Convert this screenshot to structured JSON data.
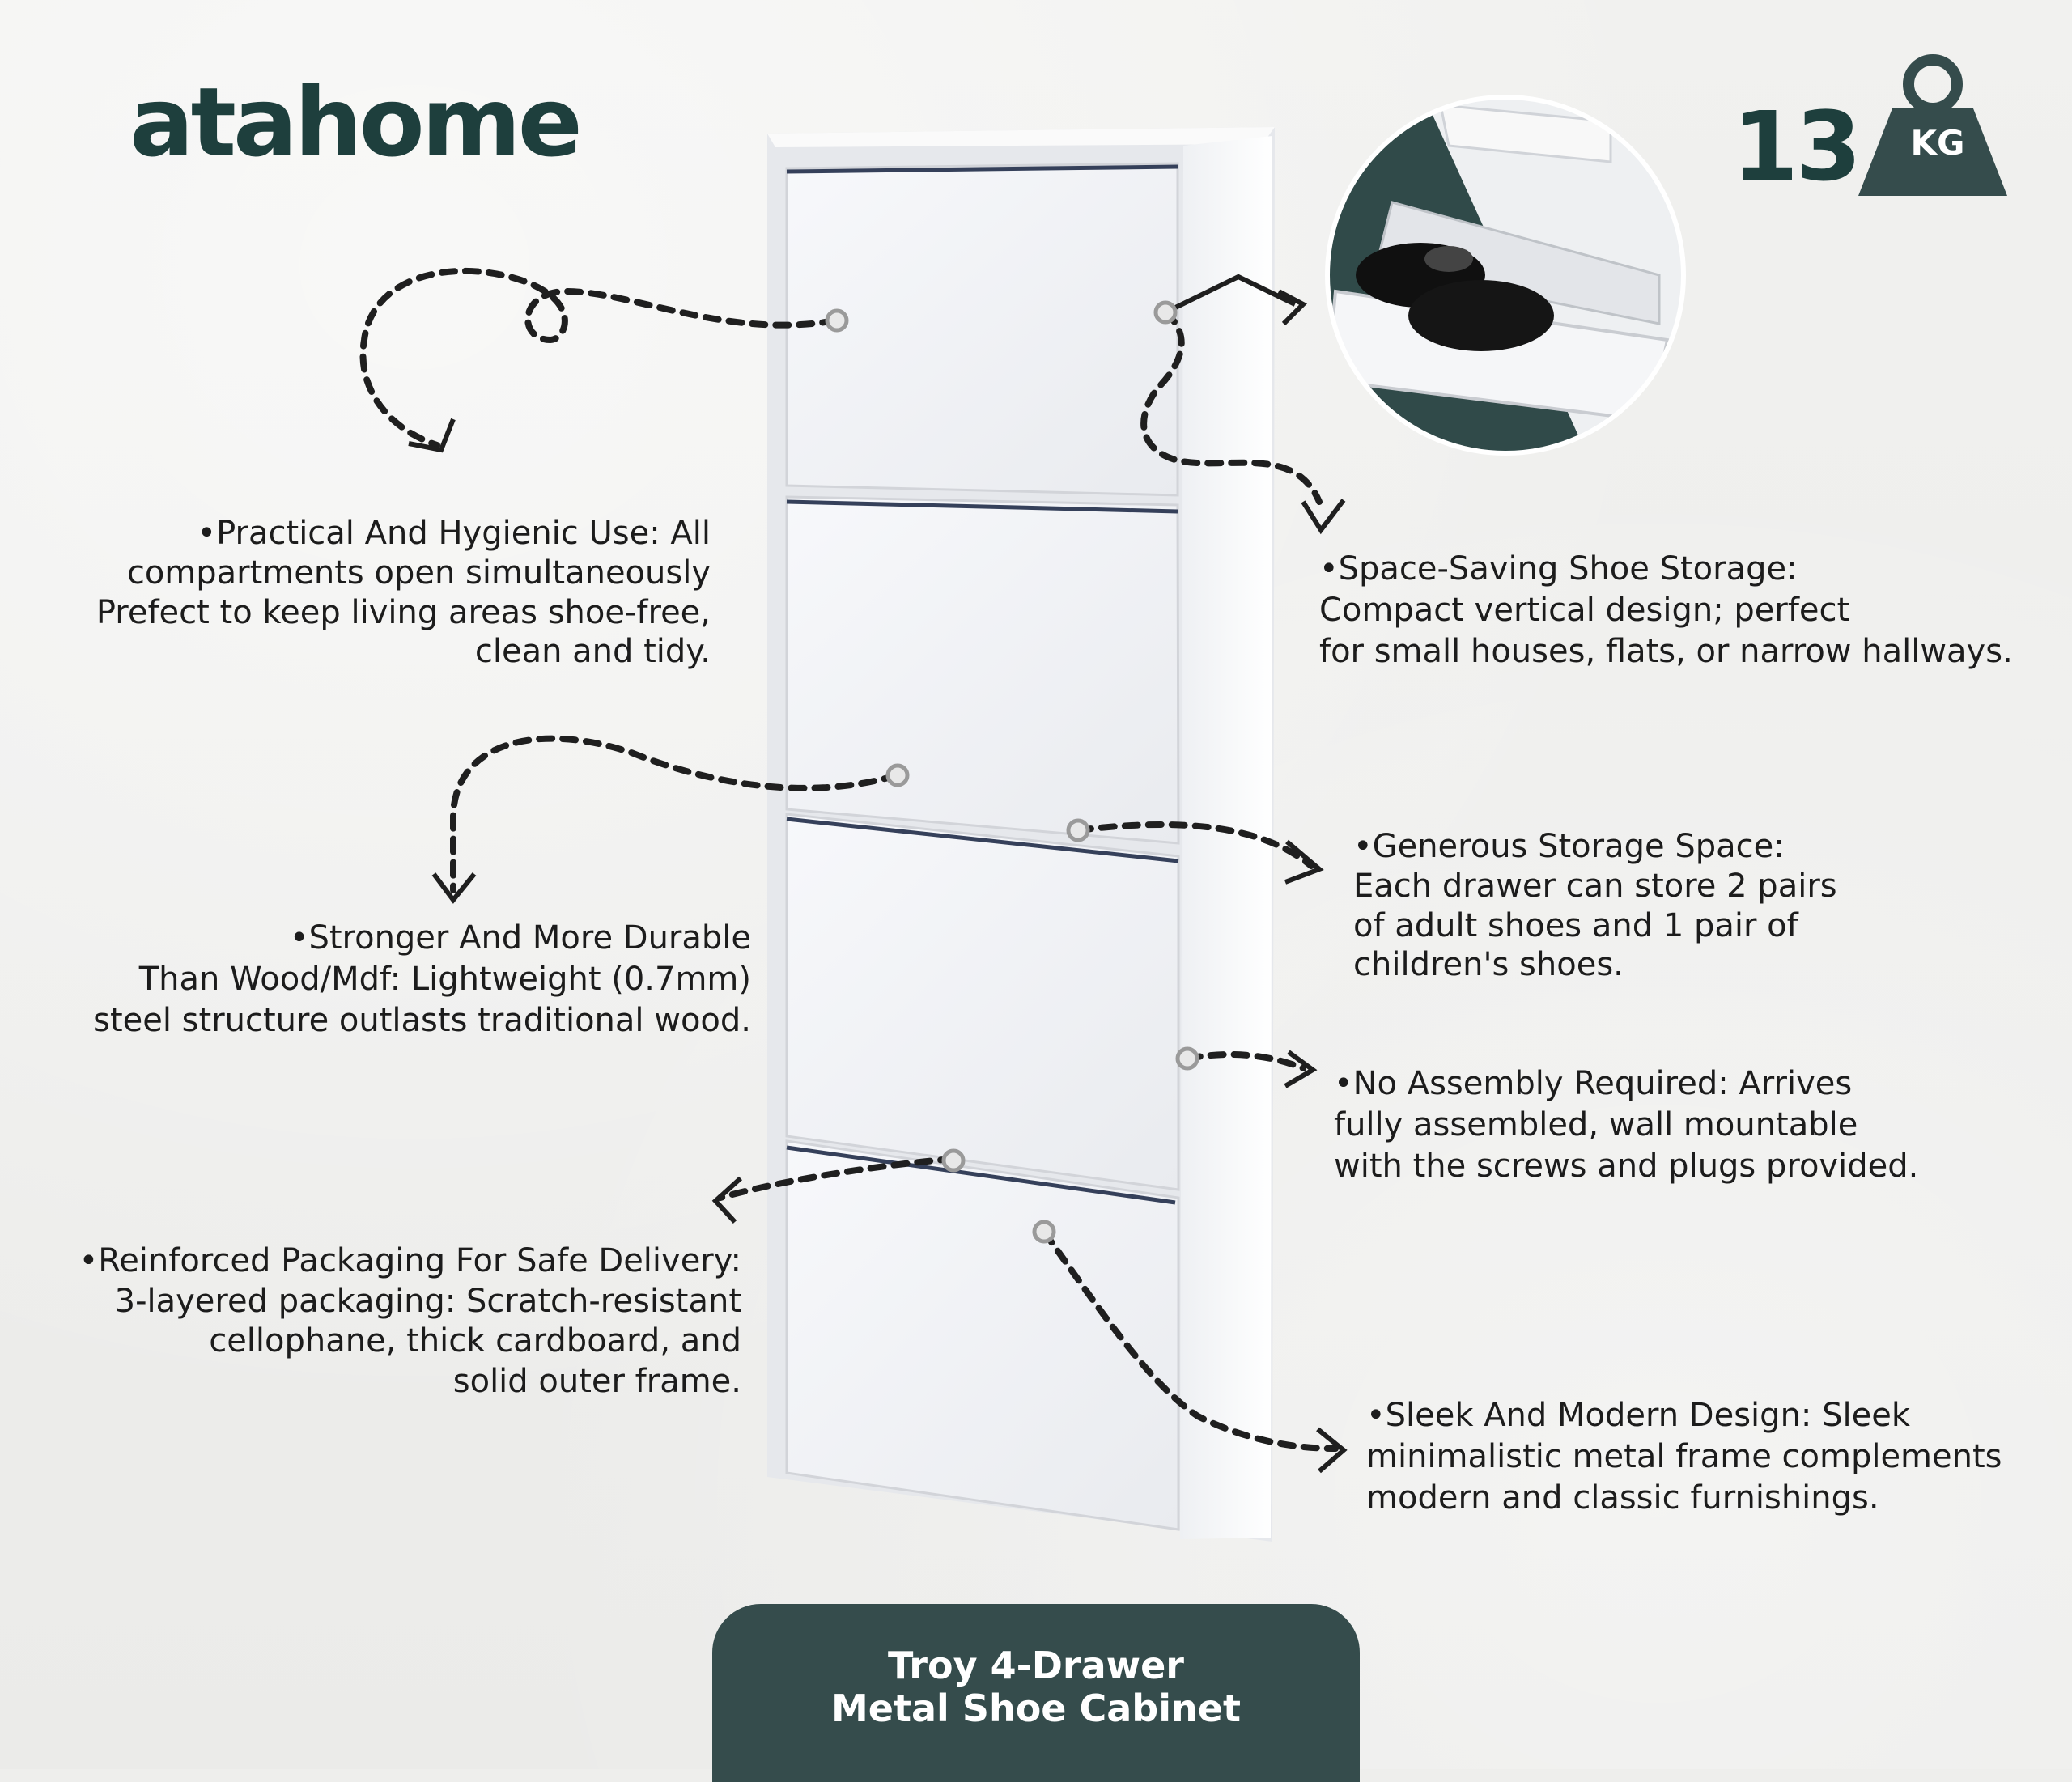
{
  "brand": {
    "logo_text": "atahome"
  },
  "weight_badge": {
    "value": "13",
    "unit": "KG"
  },
  "features": {
    "practical": [
      "•Practical And Hygienic Use: All",
      "compartments open simultaneously",
      "Prefect to keep living areas shoe-free,",
      "clean and tidy."
    ],
    "space_saving": [
      "•Space-Saving Shoe Storage:",
      "Compact vertical design; perfect",
      "for small houses, flats, or narrow hallways."
    ],
    "durable": [
      "•Stronger And More Durable",
      "Than Wood/Mdf: Lightweight (0.7mm)",
      "steel  structure outlasts traditional wood."
    ],
    "storage": [
      "•Generous Storage Space:",
      "Each drawer can store 2 pairs",
      "of adult shoes and 1 pair of",
      "children's shoes."
    ],
    "assembly": [
      "•No Assembly Required:  Arrives",
      "fully assembled, wall mountable",
      "with the screws and plugs provided."
    ],
    "packaging": [
      "•Reinforced Packaging For Safe Delivery:",
      "3-layered packaging: Scratch-resistant",
      "cellophane, thick cardboard, and",
      "solid outer frame."
    ],
    "design": [
      "•Sleek And Modern Design: Sleek",
      "minimalistic metal frame complements",
      "modern and classic furnishings."
    ]
  },
  "product_title": [
    "Troy 4-Drawer",
    "Metal Shoe Cabinet"
  ],
  "colors": {
    "brand_teal": "#1e3f3d",
    "title_bg": "#354c4c",
    "cabinet": "#f4f5f8"
  }
}
